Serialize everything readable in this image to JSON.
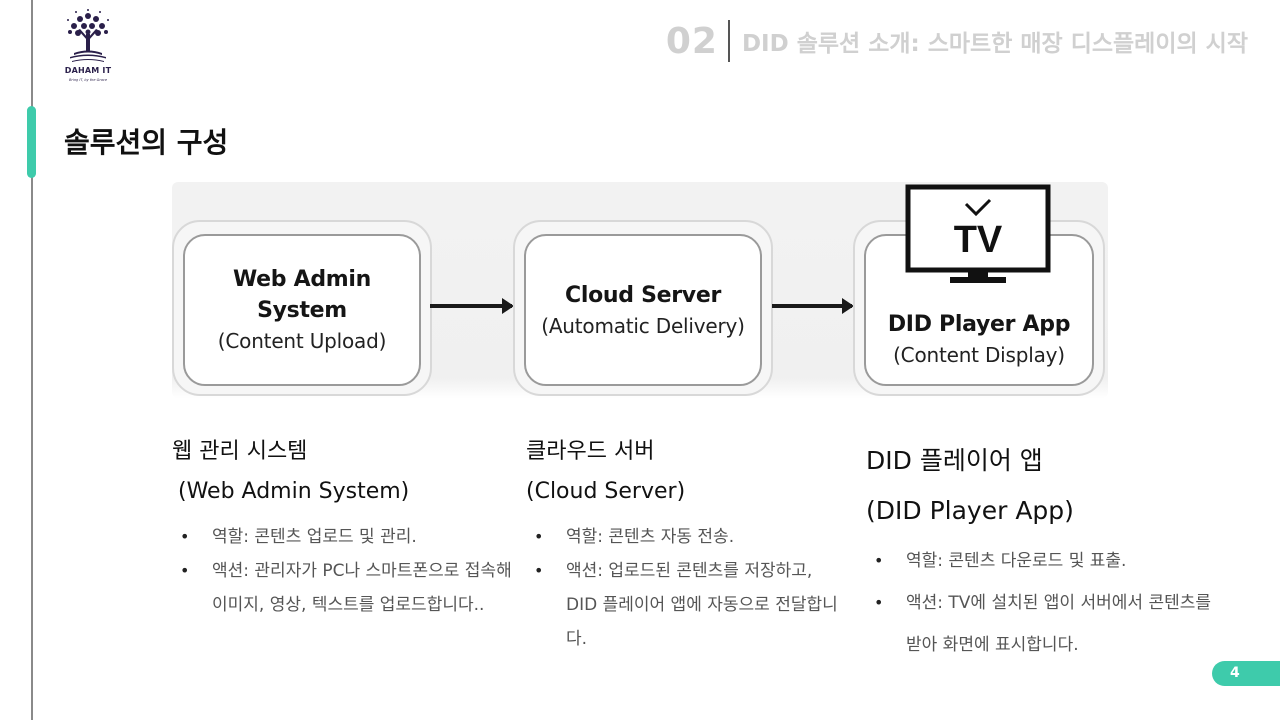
{
  "logo": {
    "name": "DAHAM IT",
    "tagline": "Bring IT, by the Grace"
  },
  "header": {
    "section_number": "02",
    "title": "DID 솔루션 소개: 스마트한 매장 디스플레이의 시작"
  },
  "section_title": "솔루션의 구성",
  "diagram": {
    "nodes": [
      {
        "title_line1": "Web Admin",
        "title_line2": "System",
        "subtitle": "(Content Upload)"
      },
      {
        "title_line1": "Cloud Server",
        "subtitle": "(Automatic Delivery)"
      },
      {
        "title_line1": "DID Player App",
        "subtitle": "(Content Display)",
        "icon_label": "TV"
      }
    ]
  },
  "columns": [
    {
      "title": "웹 관리 시스템",
      "subtitle": "(Web Admin System)",
      "bullets": [
        "역할: 콘텐츠 업로드 및 관리.",
        "액션: 관리자가 PC나 스마트폰으로 접속해 이미지, 영상, 텍스트를 업로드합니다.."
      ]
    },
    {
      "title": "클라우드 서버",
      "subtitle": "(Cloud Server)",
      "bullets": [
        "역할: 콘텐츠 자동 전송.",
        "액션: 업로드된 콘텐츠를 저장하고, DID 플레이어 앱에 자동으로 전달합니다."
      ]
    },
    {
      "title": "DID 플레이어 앱",
      "subtitle": "(DID Player App)",
      "bullets": [
        "역할: 콘텐츠 다운로드 및 표출.",
        "액션: TV에 설치된 앱이 서버에서 콘텐츠를 받아 화면에 표시합니다."
      ]
    }
  ],
  "page_number": "4",
  "colors": {
    "accent": "#3ecbab",
    "header_text": "#d0d0d0",
    "logo": "#2a1f4a"
  }
}
